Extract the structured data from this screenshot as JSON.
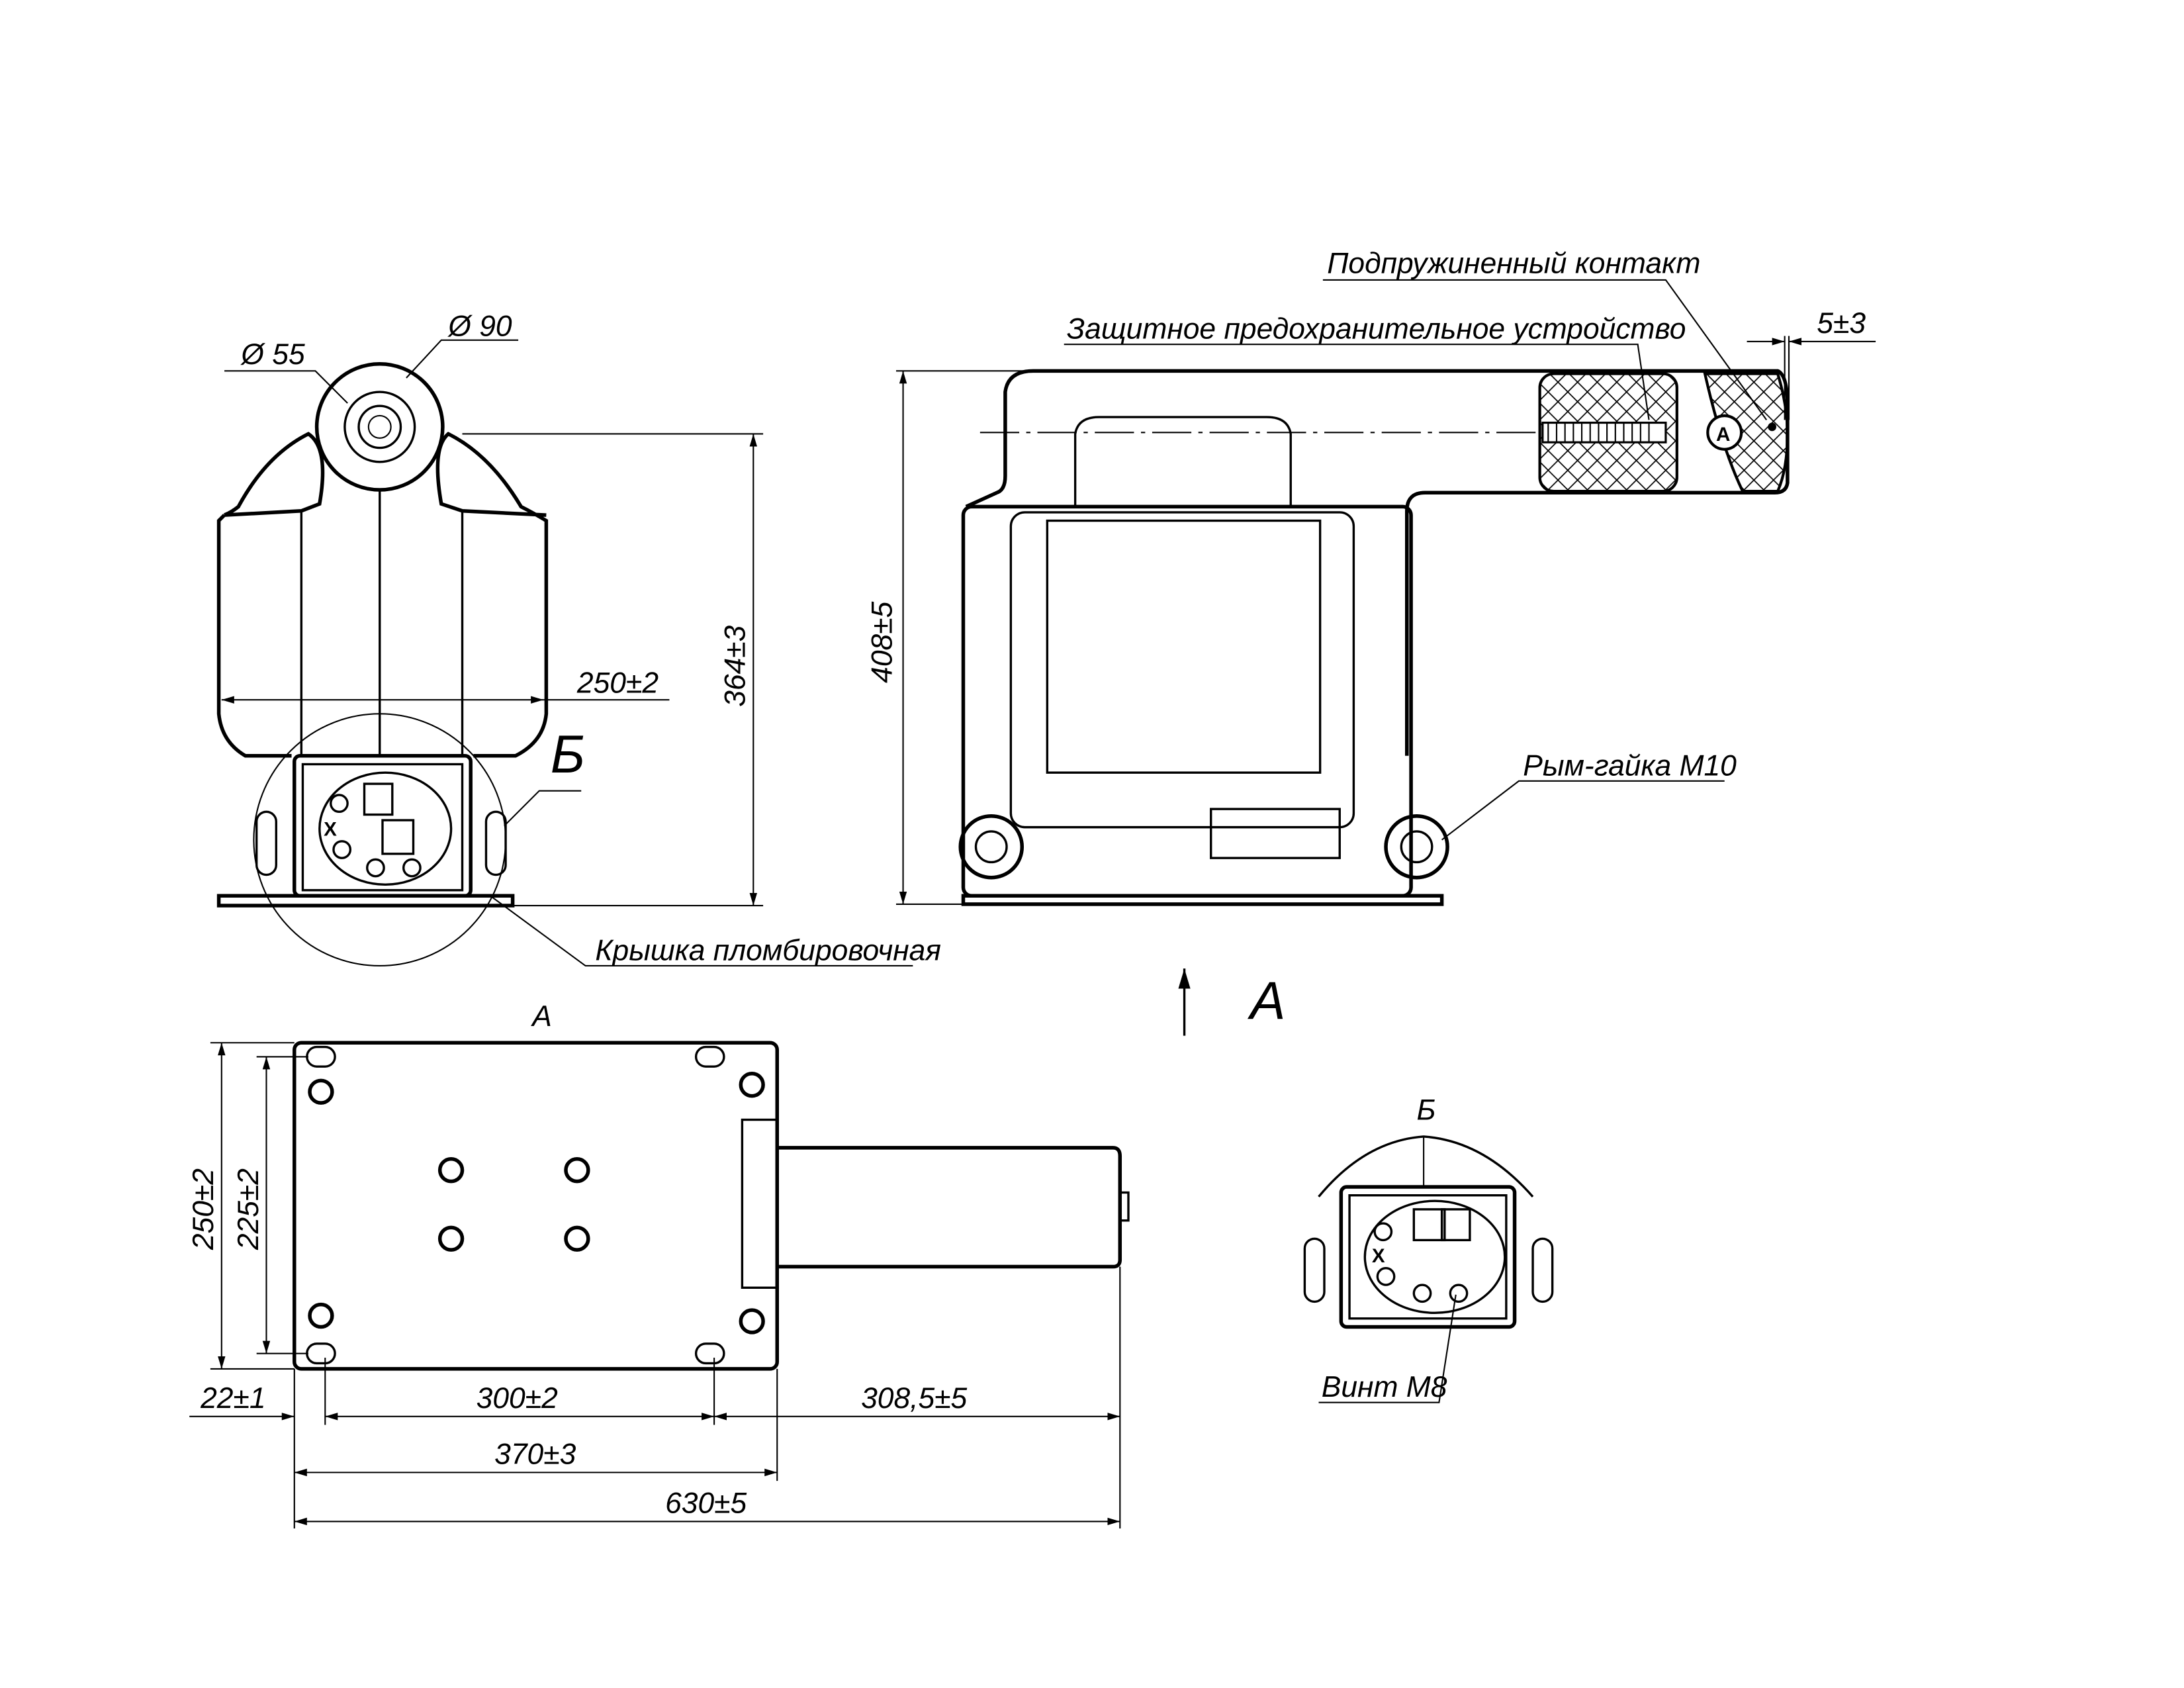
{
  "front_view": {
    "dim_d55": "Ø 55",
    "dim_d90": "Ø 90",
    "dim_width": "250±2",
    "dim_height": "364±3",
    "detail_label": "Б",
    "callout_seal_cover": "Крышка пломбировочная",
    "terminal_marking": "X"
  },
  "side_view": {
    "callout_spring_contact": "Подпружиненный контакт",
    "callout_protective_device": "Защитное предохранительное устройство",
    "dim_gap": "5±3",
    "dim_height": "408±5",
    "callout_eye_nut": "Рым-гайка М10",
    "view_arrow_label": "A",
    "contact_marker": "A"
  },
  "plan_view": {
    "title": "A",
    "dim_250": "250±2",
    "dim_225": "225±2",
    "dim_22": "22±1",
    "dim_300": "300±2",
    "dim_308": "308,5±5",
    "dim_370": "370±3",
    "dim_630": "630±5"
  },
  "detail_view": {
    "title": "Б",
    "callout_screw": "Винт М8",
    "terminal_marking": "X"
  }
}
